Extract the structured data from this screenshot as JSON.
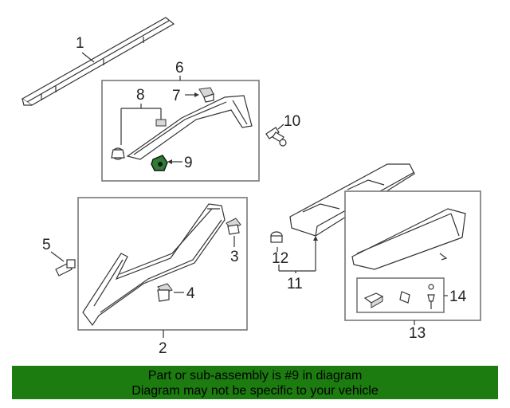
{
  "callouts": {
    "p1": "1",
    "p2": "2",
    "p3": "3",
    "p4": "4",
    "p5": "5",
    "p6": "6",
    "p7": "7",
    "p8": "8",
    "p9": "9",
    "p10": "10",
    "p11": "11",
    "p12": "12",
    "p13": "13",
    "p14": "14"
  },
  "highlight": {
    "part": "9",
    "color": "#2e7d32"
  },
  "banner": {
    "line1": "Part or sub-assembly is #9 in diagram",
    "line2": "Diagram may not be specific to your vehicle",
    "background": "#1c7c10"
  }
}
